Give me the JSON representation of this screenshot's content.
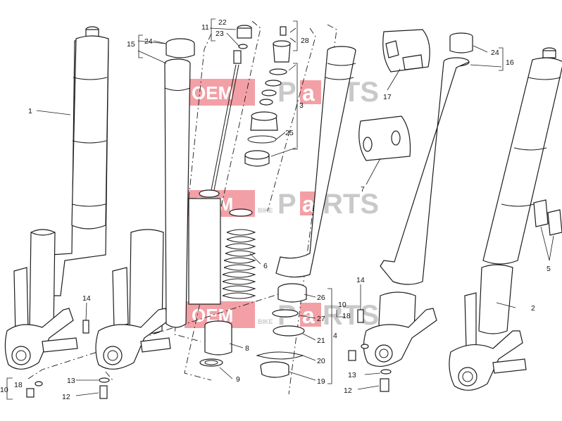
{
  "watermark": {
    "left": "OEM",
    "small": "BIKE",
    "right_a": "P",
    "right_b": "a",
    "right_c": "RTS",
    "colors": {
      "box": "#e8525c",
      "text": "#ffffff",
      "grey": "#c9c9c9"
    }
  },
  "labels": {
    "l1": "1",
    "l2": "2",
    "l3": "3",
    "l4": "4",
    "l5": "5",
    "l6": "6",
    "l7": "7",
    "l8": "8",
    "l9": "9",
    "l10a": "10",
    "l10b": "10",
    "l11": "11",
    "l12a": "12",
    "l12b": "12",
    "l13a": "13",
    "l13b": "13",
    "l14a": "14",
    "l14b": "14",
    "l15": "15",
    "l16": "16",
    "l17": "17",
    "l18a": "18",
    "l18b": "18",
    "l19": "19",
    "l20": "20",
    "l21": "21",
    "l22": "22",
    "l23": "23",
    "l24a": "24",
    "l24b": "24",
    "l25": "25",
    "l26": "26",
    "l27": "27",
    "l28": "28"
  }
}
